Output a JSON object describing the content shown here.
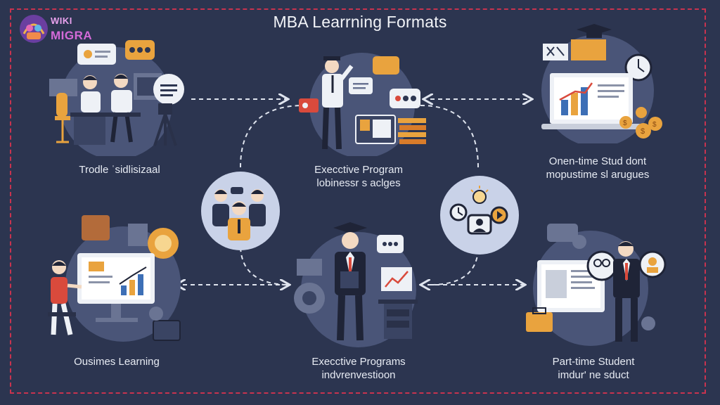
{
  "title": "MBA Learrning Formats",
  "logo": {
    "line1": "WIKI",
    "line2": "MIGRA"
  },
  "nodes": [
    {
      "id": "top-left",
      "line1": "Trodle ˈsidlisizaal",
      "line2": ""
    },
    {
      "id": "top-center",
      "line1": "Execctive Program",
      "line2": "lobinessr s aclges"
    },
    {
      "id": "top-right",
      "line1": "Onen-time Stud dont",
      "line2": "mopustime sl arugues"
    },
    {
      "id": "bottom-left",
      "line1": "Ousimes Learning",
      "line2": ""
    },
    {
      "id": "bottom-center",
      "line1": "Execctive Programs",
      "line2": "indvrenvestioon"
    },
    {
      "id": "bottom-right",
      "line1": "Part-time Student",
      "line2": "imdur' ne sduct"
    }
  ],
  "colors": {
    "background": "#2c3550",
    "border": "#c8334f",
    "circle": "#4a5578",
    "accent_orange": "#e9a33e",
    "accent_red": "#d94a3c",
    "text": "#e7ebf3"
  }
}
